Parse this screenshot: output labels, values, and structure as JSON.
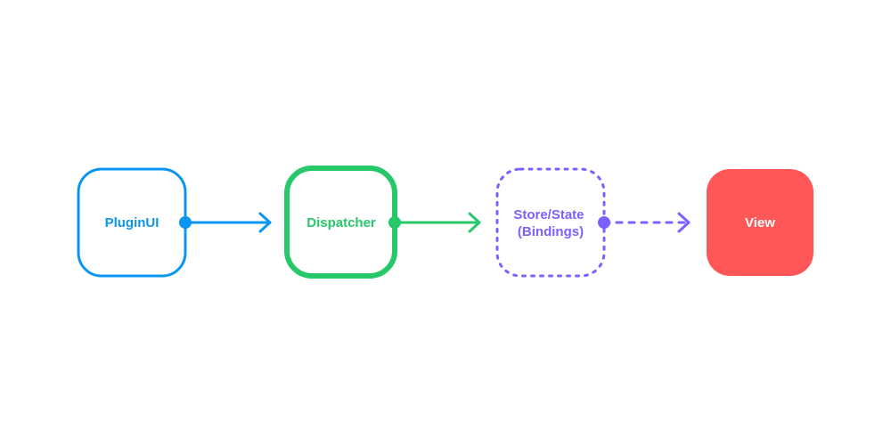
{
  "diagram": {
    "nodes": [
      {
        "id": "pluginui",
        "label_lines": [
          "PluginUI"
        ],
        "style": "solid",
        "color": "#0a96f0",
        "fill": "none",
        "text_color": "#0a96f0"
      },
      {
        "id": "dispatcher",
        "label_lines": [
          "Dispatcher"
        ],
        "style": "solid-bold",
        "color": "#27c86a",
        "fill": "none",
        "text_color": "#27c86a"
      },
      {
        "id": "store",
        "label_lines": [
          "Store/State",
          "(Bindings)"
        ],
        "style": "dashed",
        "color": "#7b61ff",
        "fill": "none",
        "text_color": "#7b61ff"
      },
      {
        "id": "view",
        "label_lines": [
          "View"
        ],
        "style": "filled",
        "color": "#ff5757",
        "fill": "#ff5757",
        "text_color": "#ffffff"
      }
    ],
    "edges": [
      {
        "from": "pluginui",
        "to": "dispatcher",
        "style": "solid",
        "color": "#0a96f0"
      },
      {
        "from": "dispatcher",
        "to": "store",
        "style": "solid",
        "color": "#27c86a"
      },
      {
        "from": "store",
        "to": "view",
        "style": "dashed",
        "color": "#7b61ff"
      }
    ]
  }
}
